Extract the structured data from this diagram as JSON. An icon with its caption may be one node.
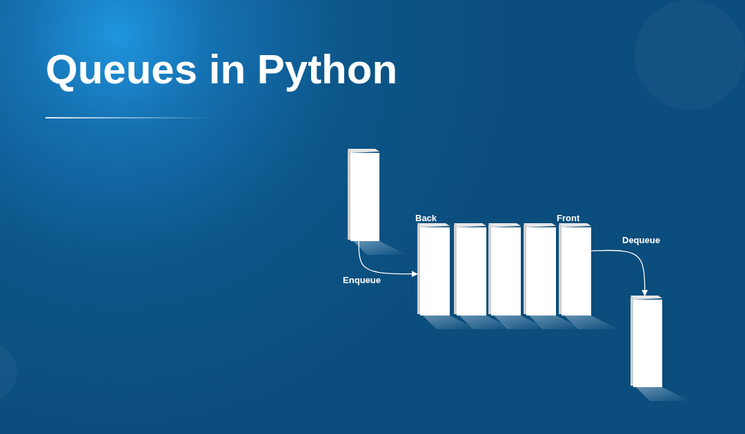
{
  "diagram": {
    "title": "Queues in Python",
    "nodes": [
      {
        "text": [],
        "shape": "bar"
      },
      {
        "text": [
          "Back"
        ]
      },
      {
        "text": [],
        "shape": "bar"
      },
      {
        "text": [],
        "shape": "bar"
      },
      {
        "text": [],
        "shape": "bar"
      },
      {
        "text": [
          "Front"
        ]
      },
      {
        "text": [],
        "shape": "bar"
      }
    ],
    "edges": [
      {
        "from": 0,
        "to": 1,
        "arrow": "to",
        "label": "Enqueue"
      },
      {
        "from": 5,
        "to": 6,
        "arrow": "to",
        "label": "Dequeue"
      }
    ]
  }
}
